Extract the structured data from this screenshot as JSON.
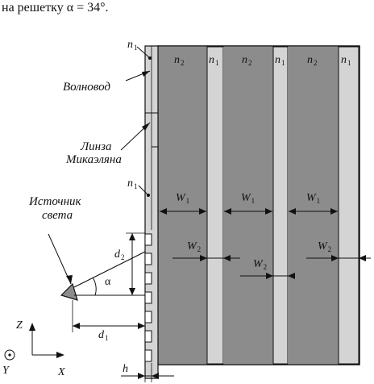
{
  "header": {
    "text": "на решетку α = 34°."
  },
  "labels": {
    "waveguide": "Волновод",
    "lens_line1": "Линза",
    "lens_line2": "Микаэляна",
    "source_line1": "Источник",
    "source_line2": "света"
  },
  "symbols": {
    "n_main": "n",
    "sub_1": "1",
    "sub_2": "2",
    "W": "W",
    "d": "d",
    "alpha": "α",
    "h": "h",
    "axis_z": "Z",
    "axis_x": "X",
    "axis_y": "Y"
  },
  "colors": {
    "dark_strip": "#8c8c8c",
    "light_strip": "#d4d4d4",
    "ink": "#111111"
  }
}
